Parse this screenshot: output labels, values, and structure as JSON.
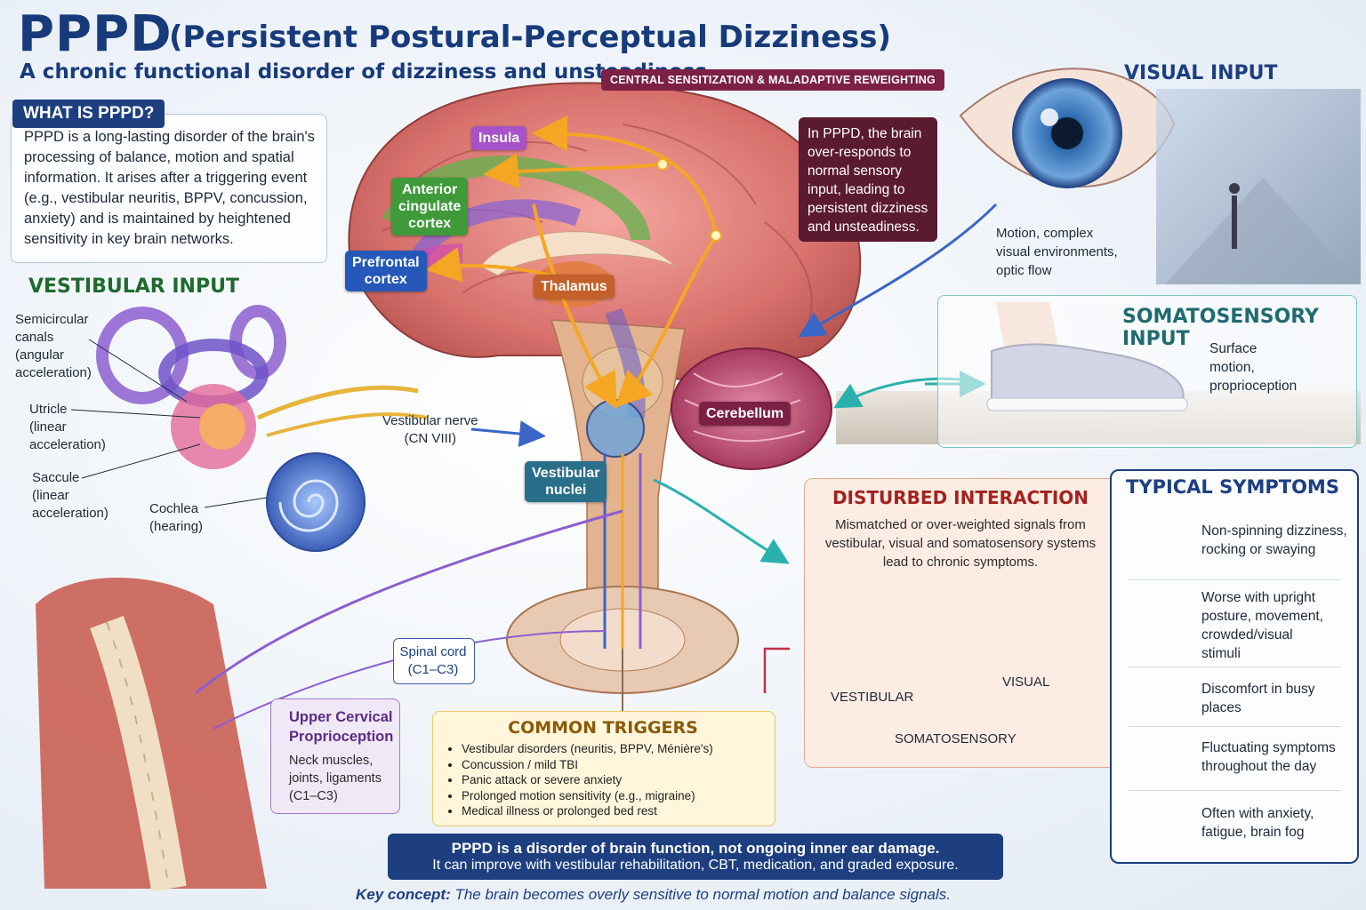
{
  "title": {
    "main": "PPPD",
    "expansion": "(Persistent Postural-Perceptual Dizziness)",
    "subtitle": "A chronic functional disorder of dizziness and unsteadiness"
  },
  "central_badge": "CENTRAL SENSITIZATION & MALADAPTIVE REWEIGHTING",
  "what_is": {
    "heading": "WHAT IS PPPD?",
    "lines": [
      "PPPD is a long-lasting disorder of the brain's",
      "processing of balance, motion and spatial",
      "information. It arises after a triggering event",
      "(e.g., vestibular neuritis, BPPV, concussion,",
      "anxiety) and is maintained by heightened",
      "sensitivity in key brain networks."
    ]
  },
  "vestibular": {
    "heading": "VESTIBULAR INPUT",
    "semicircular": [
      "Semicircular",
      "canals",
      "(angular",
      "acceleration)"
    ],
    "utricle": [
      "Utricle",
      "(linear",
      "acceleration)"
    ],
    "saccule": [
      "Saccule",
      "(linear",
      "acceleration)"
    ],
    "cochlea": [
      "Cochlea",
      "(hearing)"
    ],
    "nerve": [
      "Vestibular nerve",
      "(CN VIII)"
    ]
  },
  "brain_regions": {
    "insula": "Insula",
    "acc": [
      "Anterior",
      "cingulate",
      "cortex"
    ],
    "pfc": [
      "Prefrontal",
      "cortex"
    ],
    "thalamus": "Thalamus",
    "cerebellum": "Cerebellum",
    "vestibular_nuclei": [
      "Vestibular",
      "nuclei"
    ]
  },
  "info_box": [
    "In PPPD, the brain",
    "over-responds to",
    "normal sensory",
    "input, leading to",
    "persistent dizziness",
    "and unsteadiness."
  ],
  "visual": {
    "heading": "VISUAL INPUT",
    "desc": [
      "Motion, complex",
      "visual environments,",
      "optic flow"
    ]
  },
  "somatosensory": {
    "heading": "SOMATOSENSORY INPUT",
    "desc": [
      "Surface",
      "motion,",
      "proprioception"
    ]
  },
  "disturbed": {
    "heading": "DISTURBED INTERACTION",
    "desc": [
      "Mismatched or over-weighted signals from",
      "vestibular, visual and somatosensory systems",
      "lead to chronic symptoms."
    ],
    "scale_left": "VESTIBULAR",
    "scale_right": "VISUAL",
    "scale_base": "SOMATOSENSORY"
  },
  "symptoms": {
    "heading": "TYPICAL SYMPTOMS",
    "items": [
      {
        "icon": "head-dizzy-icon",
        "lines": [
          "Non-spinning dizziness,",
          "rocking or swaying"
        ]
      },
      {
        "icon": "walking-person-icon",
        "lines": [
          "Worse with upright",
          "posture, movement,",
          "crowded/visual",
          "stimuli"
        ]
      },
      {
        "icon": "crowd-icon",
        "lines": [
          "Discomfort in busy",
          "places"
        ]
      },
      {
        "icon": "mountain-path-icon",
        "lines": [
          "Fluctuating symptoms",
          "throughout the day"
        ]
      },
      {
        "icon": "brain-icon",
        "lines": [
          "Often with anxiety,",
          "fatigue, brain fog"
        ]
      }
    ]
  },
  "spinal": [
    "Spinal cord",
    "(C1–C3)"
  ],
  "cervical": {
    "heading": [
      "Upper Cervical",
      "Proprioception"
    ],
    "desc": [
      "Neck muscles,",
      "joints, ligaments",
      "(C1–C3)"
    ]
  },
  "triggers": {
    "heading": "COMMON TRIGGERS",
    "items": [
      "Vestibular disorders (neuritis, BPPV, Ménière's)",
      "Concussion / mild TBI",
      "Panic attack or severe anxiety",
      "Prolonged motion sensitivity (e.g., migraine)",
      "Medical illness or prolonged bed rest"
    ]
  },
  "key_message": {
    "line1": "PPPD is a disorder of brain function, not ongoing inner ear damage.",
    "line2": "It can improve with vestibular rehabilitation, CBT, medication, and graded exposure.",
    "concept_label": "Key concept:",
    "concept_text": " The brain becomes overly sensitive to normal motion and balance signals."
  },
  "colors": {
    "navy": "#1d3f80",
    "maroon": "#7c2046",
    "green": "#1f6a2e",
    "teal": "#1f6b70",
    "red": "#a3221e"
  }
}
